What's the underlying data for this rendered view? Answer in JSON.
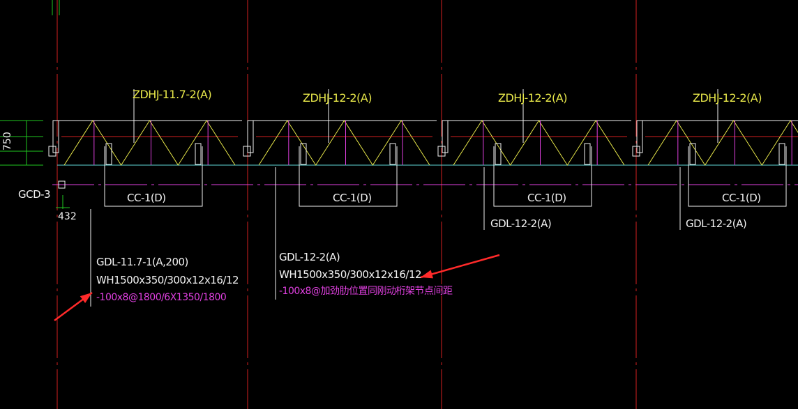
{
  "colors": {
    "background": "#000000",
    "axis": "#d42020",
    "truss_yellow": "#e8e84a",
    "white": "#f2f2f2",
    "magenta": "#e040e0",
    "cyan": "#5fd9d9",
    "green": "#20c820",
    "red_arrow": "#ff2a2a"
  },
  "trusses": [
    {
      "label": "ZDHJ-11.7-2(A)",
      "opening": "CC-1(D)"
    },
    {
      "label": "ZDHJ-12-2(A)",
      "opening": "CC-1(D)",
      "beam_tag": ""
    },
    {
      "label": "ZDHJ-12-2(A)",
      "opening": "CC-1(D)",
      "beam_tag": "GDL-12-2(A)"
    },
    {
      "label": "ZDHJ-12-2(A)",
      "opening": "CC-1(D)",
      "beam_tag": "GDL-12-2(A)"
    }
  ],
  "column_tag": "GCD-3",
  "dimension_vertical": "750",
  "dimension_horizontal": "432",
  "beam_notes": [
    {
      "name": "GDL-11.7-1(A,200)",
      "section": "WH1500x350/300x12x16/12",
      "stiffener": "-100x8@1800/6X1350/1800"
    },
    {
      "name": "GDL-12-2(A)",
      "section": "WH1500x350/300x12x16/12",
      "stiffener": "-100x8@加劲肋位置同刚动桁架节点间距"
    }
  ]
}
